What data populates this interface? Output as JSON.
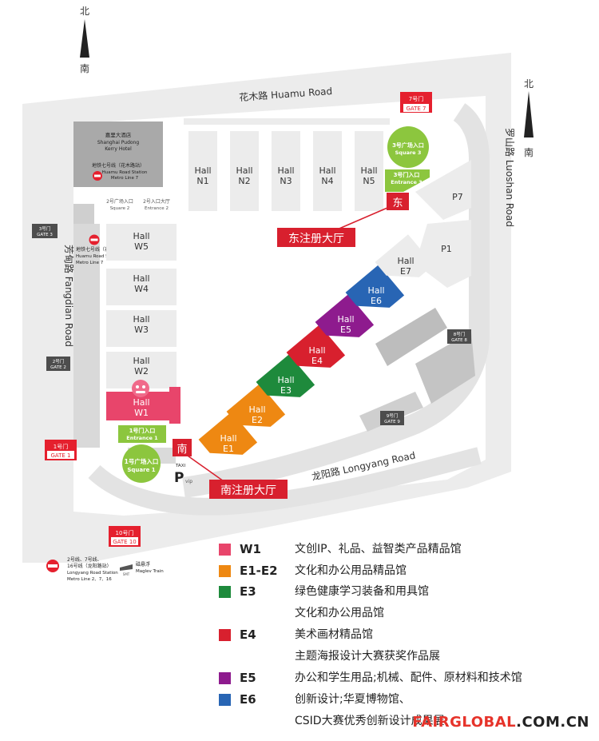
{
  "compass": {
    "north": "北",
    "south": "南"
  },
  "roads": {
    "top": "花木路 Huamu Road",
    "left": "芳甸路 Fangdian Road",
    "right": "罗山路 Luoshan Road",
    "bottom": "龙阳路 Longyang Road"
  },
  "gates": {
    "gate1": [
      "1号门",
      "GATE 1"
    ],
    "gate2": [
      "2号门",
      "GATE 2"
    ],
    "gate3": [
      "3号门",
      "GATE 3"
    ],
    "gate7": [
      "7号门",
      "GATE 7"
    ],
    "gate8": [
      "8号门",
      "GATE 8"
    ],
    "gate9": [
      "9号门",
      "GATE 9"
    ],
    "gate10": [
      "10号门",
      "GATE 10"
    ]
  },
  "hotel": {
    "cn": "嘉里大酒店",
    "en1": "Shanghai Pudong",
    "en2": "Kerry Hotel"
  },
  "metro_top": {
    "cn": "地铁七号线（花木路站）",
    "en1": "Huamu Road Station",
    "en2": "Metro Line 7"
  },
  "metro_left": {
    "cn": "地铁七号线（花木路站）",
    "en1": "Huamu Road Station",
    "en2": "Metro Line 7"
  },
  "square2": {
    "cn": "2号广场入口",
    "en": "Square 2"
  },
  "entrance2": {
    "cn": "2号入口大厅",
    "en": "Entrance 2"
  },
  "square3": {
    "cn": "3号广场入口",
    "en": "Square 3"
  },
  "entrance3": {
    "cn": "3号门入口",
    "en": "Entrance 3"
  },
  "square1": {
    "cn": "1号广场入口",
    "en": "Square 1"
  },
  "entrance1": {
    "cn": "1号门入口",
    "en": "Entrance 1"
  },
  "halls_n": [
    {
      "l1": "Hall",
      "l2": "N1"
    },
    {
      "l1": "Hall",
      "l2": "N2"
    },
    {
      "l1": "Hall",
      "l2": "N3"
    },
    {
      "l1": "Hall",
      "l2": "N4"
    },
    {
      "l1": "Hall",
      "l2": "N5"
    }
  ],
  "halls_w": [
    {
      "l1": "Hall",
      "l2": "W5"
    },
    {
      "l1": "Hall",
      "l2": "W4"
    },
    {
      "l1": "Hall",
      "l2": "W3"
    },
    {
      "l1": "Hall",
      "l2": "W2"
    },
    {
      "l1": "Hall",
      "l2": "W1"
    }
  ],
  "halls_e": [
    {
      "l1": "Hall",
      "l2": "E1"
    },
    {
      "l1": "Hall",
      "l2": "E2"
    },
    {
      "l1": "Hall",
      "l2": "E3"
    },
    {
      "l1": "Hall",
      "l2": "E4"
    },
    {
      "l1": "Hall",
      "l2": "E5"
    },
    {
      "l1": "Hall",
      "l2": "E6"
    },
    {
      "l1": "Hall",
      "l2": "E7"
    }
  ],
  "parking": {
    "p7": "P7",
    "p1": "P1",
    "taxi": "TAXI",
    "p": "P",
    "vip": "vip"
  },
  "east_tag": "东",
  "east_reg": "东注册大厅",
  "south_tag": "南",
  "south_reg": "南注册大厅",
  "metro_legend": {
    "l1": "2号线、7号线、",
    "l2": "16号线（龙阳路站）",
    "l3": "Longyang Road Station",
    "l4": "Metro Line 2、7、16"
  },
  "maglev": {
    "cn": "磁悬浮",
    "en": "Maglev Train",
    "icon_text": "SMT"
  },
  "colors": {
    "w1": "#e8456b",
    "e1e2": "#ee8812",
    "e3": "#1e8a3c",
    "e4": "#d8202e",
    "e5": "#8e1b8e",
    "e6": "#2865b4",
    "gate": "#e5202e",
    "green": "#8cc63e",
    "grey_gate": "#4d4d4d"
  },
  "legend": [
    {
      "code": "W1",
      "color": "#e8456b",
      "desc": "文创IP、礼品、益智类产品精品馆"
    },
    {
      "code": "E1-E2",
      "color": "#ee8812",
      "desc": "文化和办公用品精品馆"
    },
    {
      "code": "E3",
      "color": "#1e8a3c",
      "desc": "绿色健康学习装备和用具馆"
    },
    {
      "code": "",
      "color": "",
      "desc": "文化和办公用品馆"
    },
    {
      "code": "E4",
      "color": "#d8202e",
      "desc": "美术画材精品馆"
    },
    {
      "code": "",
      "color": "",
      "desc": "主题海报设计大赛获奖作品展"
    },
    {
      "code": "E5",
      "color": "#8e1b8e",
      "desc": "办公和学生用品;机械、配件、原材料和技术馆"
    },
    {
      "code": "E6",
      "color": "#2865b4",
      "desc": "创新设计;华夏博物馆、"
    },
    {
      "code": "",
      "color": "",
      "desc": "CSID大赛优秀创新设计成果展"
    }
  ],
  "brand": {
    "part1": "FAIRGLOBAL",
    "part2": ".COM.CN"
  }
}
